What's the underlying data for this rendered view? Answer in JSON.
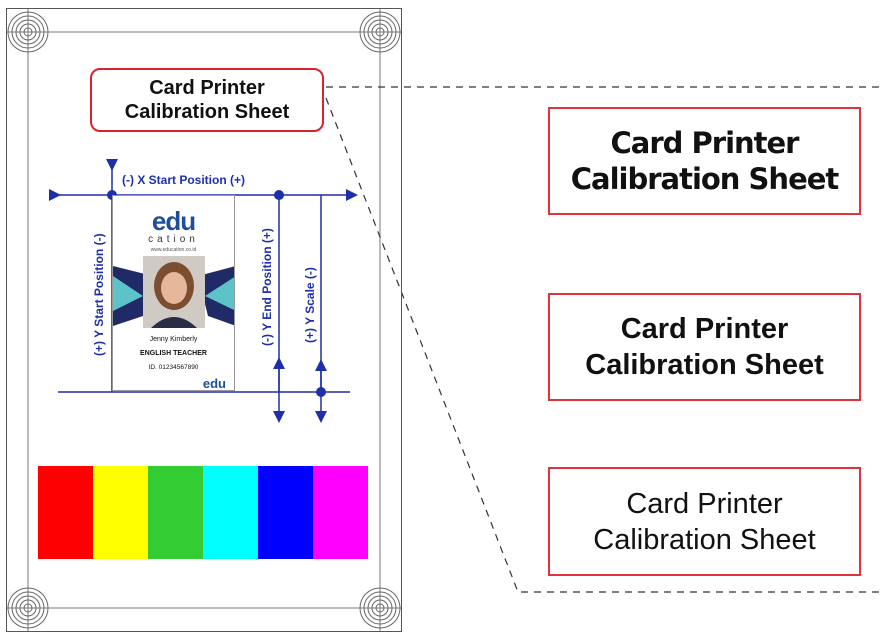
{
  "sheet_title": {
    "line1": "Card Printer",
    "line2": "Calibration Sheet"
  },
  "labels": {
    "x_start": "(-)  X Start Position  (+)",
    "y_start": "(+)  Y Start Position  (-)",
    "y_end": "(-)  Y End Position  (+)",
    "y_scale": "(+)  Y Scale  (-)"
  },
  "id_card": {
    "logo": "edu",
    "logo_sub": "cation",
    "website": "www.education.co.id",
    "name": "Jenny Kimberly",
    "role": "ENGLISH TEACHER",
    "id_text": "ID. 01234567890",
    "logo_small": "edu"
  },
  "color_bar": [
    "#ff0000",
    "#ffff00",
    "#33cc33",
    "#00ffff",
    "#0000ff",
    "#ff00ff"
  ],
  "samples": [
    {
      "line1": "Card Printer",
      "line2": "Calibration Sheet"
    },
    {
      "line1": "Card Printer",
      "line2": "Calibration Sheet"
    },
    {
      "line1": "Card Printer",
      "line2": "Calibration Sheet"
    }
  ],
  "colors": {
    "accent_red": "#e0333c",
    "guide_blue": "#1f2fa8"
  }
}
